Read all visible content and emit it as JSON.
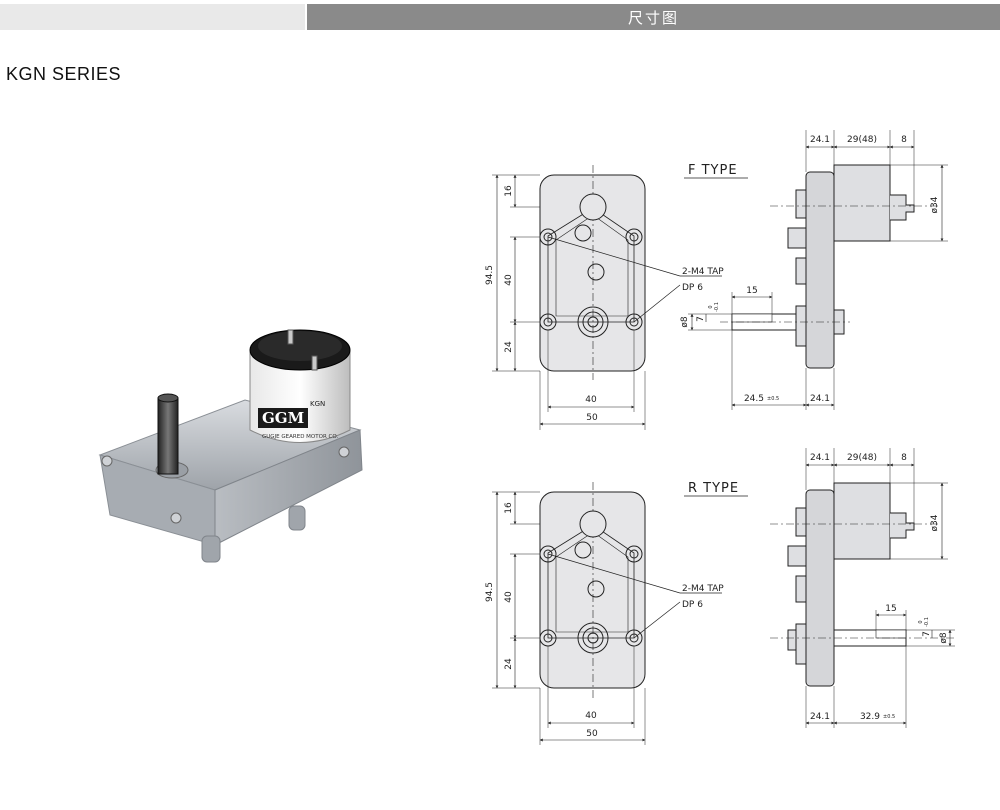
{
  "header": {
    "title": "尺寸图"
  },
  "series": {
    "label": "KGN SERIES"
  },
  "photo": {
    "brand": "GGM",
    "model": "KGN",
    "ring_text": "GUGJE GEARED MOTOR CO."
  },
  "f_type": {
    "label": "F TYPE",
    "tap_line1": "2-M4 TAP",
    "tap_line2": "DP 6",
    "dims_front": {
      "top": "16",
      "height": "94.5",
      "mid": "40",
      "bottom": "24",
      "inner_width": "40",
      "outer_width": "50"
    },
    "dims_side": {
      "gear": "24.1",
      "motor": "29(48)",
      "terminal": "8",
      "diameter": "ø34",
      "shaft_flat": "15",
      "shaft_dia": "ø8",
      "flat_width": "7",
      "tol_small_a": "0",
      "tol_small_b": "-0.1",
      "shaft_len": "24.5",
      "shaft_tol": "±0.5",
      "gear_bottom": "24.1"
    }
  },
  "r_type": {
    "label": "R TYPE",
    "tap_line1": "2-M4 TAP",
    "tap_line2": "DP 6",
    "dims_front": {
      "top": "16",
      "height": "94.5",
      "mid": "40",
      "bottom": "24",
      "inner_width": "40",
      "outer_width": "50"
    },
    "dims_side": {
      "gear": "24.1",
      "motor": "29(48)",
      "terminal": "8",
      "diameter": "ø34",
      "shaft_flat": "15",
      "shaft_dia": "ø8",
      "flat_width": "7",
      "tol_small_a": "0",
      "tol_small_b": "-0.1",
      "gear_bottom": "24.1",
      "shaft_len": "32.9",
      "shaft_tol": "±0.5"
    }
  }
}
